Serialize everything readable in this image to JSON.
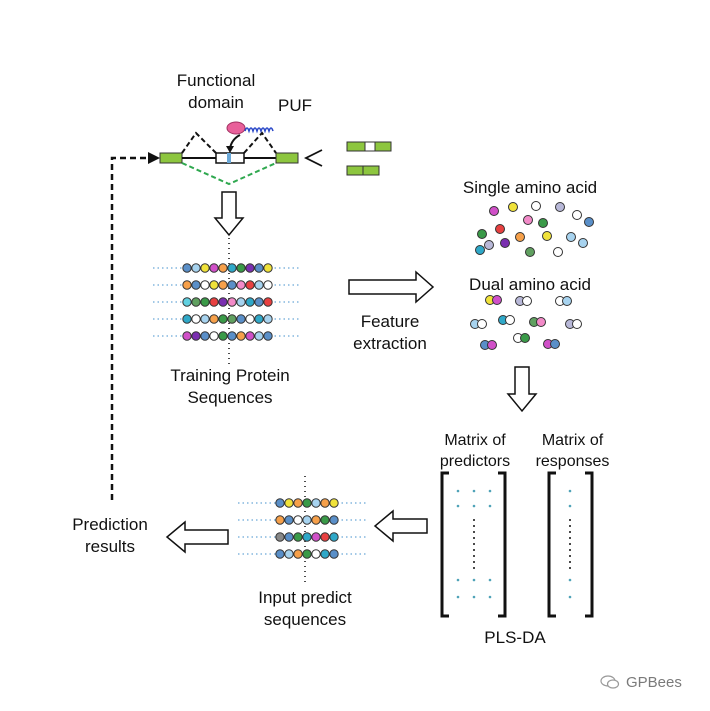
{
  "labels": {
    "functional_domain_1": "Functional",
    "functional_domain_2": "domain",
    "puf": "PUF",
    "single_amino_acid": "Single amino acid",
    "dual_amino_acid": "Dual amino acid",
    "feature_extraction_1": "Feature",
    "feature_extraction_2": "extraction",
    "training_1": "Training Protein",
    "training_2": "Sequences",
    "matrix_predictors_1": "Matrix of",
    "matrix_predictors_2": "predictors",
    "matrix_responses_1": "Matrix of",
    "matrix_responses_2": "responses",
    "prediction_1": "Prediction",
    "prediction_2": "results",
    "input_1": "Input predict",
    "input_2": "sequences",
    "pls_da": "PLS-DA"
  },
  "watermark": "GPBees",
  "colors": {
    "exon_green": "#8dc63f",
    "puf_blue": "#2a48c8",
    "domain_pink": "#e8609a",
    "dotted_blue": "#6aa8d8",
    "matrix_dot": "#4fa3b8"
  },
  "bead_palette": [
    "#5a8fc8",
    "#a7d3ef",
    "#f0e23a",
    "#d050c8",
    "#f6a04a",
    "#2fa8c8",
    "#3a9a48",
    "#7a2fb0",
    "#e84040",
    "#f28ac8",
    "#b8b8d8",
    "#ffffff",
    "#60d0e0",
    "#60a060",
    "#888888"
  ]
}
